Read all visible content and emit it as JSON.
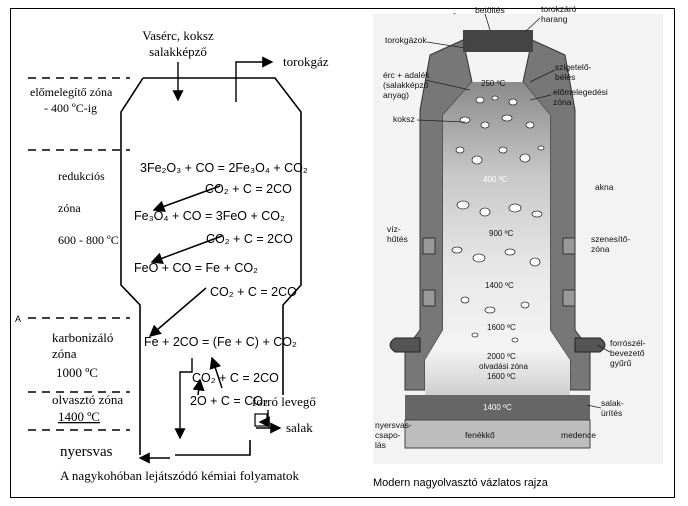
{
  "left": {
    "input_label": "Vasérc, koksz",
    "input_label2": "salakképző",
    "gas_label": "torokgáz",
    "zone_preheat": "előmelegítő zóna",
    "zone_preheat_temp": "- 400 ºC-ig",
    "zone_reduction": "redukciós",
    "zone_reduction2": "zóna",
    "zone_reduction_temp": "600 - 800 ºC",
    "zone_carbon": "karbonizáló",
    "zone_carbon2": "zóna",
    "zone_carbon_temp": "1000 ºC",
    "zone_melt": "olvasztó zóna",
    "zone_melt_temp": "1400 ºC",
    "eq1": "3Fe₂O₃ + CO = 2Fe₃O₄ + CO₂",
    "eq1b": "CO₂ + C = 2CO",
    "eq2": "Fe₃O₄ + CO = 3FeO + CO₂",
    "eq2b": "CO₂ + C = 2CO",
    "eq3": "FeO + CO = Fe + CO₂",
    "eq3b": "CO₂ + C = 2CO",
    "eq4": "Fe + 2CO = (Fe + C) + CO₂",
    "eq4b": "CO₂ + C = 2CO",
    "eq5": "2O + C = CO₂",
    "hot_air": "forró levegő",
    "slag": "salak",
    "pig_iron": "nyersvas",
    "caption": "A nagykohóban lejátszódó kémiai folyamatok",
    "marker": "A"
  },
  "right": {
    "top_mark": "-",
    "charging": "betöltés",
    "throat_bell": "torokzáró",
    "throat_bell2": "harang",
    "throat_gas": "torokgázok",
    "ore_label": "érc + adalék",
    "ore_label2": "(salakképző",
    "ore_label3": "anyag)",
    "insulation": "szigetelő-",
    "insulation2": "bélés",
    "preheat_zone": "előmelegedési",
    "preheat_zone2": "zóna",
    "coke": "koksz",
    "shaft": "akna",
    "water_cooling": "víz-",
    "water_cooling2": "hűtés",
    "carburizing": "szenesítő-",
    "carburizing2": "zóna",
    "hot_air_ring": "forrószél-",
    "hot_air_ring2": "bevezető",
    "hot_air_ring3": "gyűrű",
    "slag_tap": "salak-",
    "slag_tap2": "ürítés",
    "iron_tap": "nyersvas-",
    "iron_tap2": "csapo-",
    "iron_tap3": "lás",
    "hearth_bottom": "fenékkő",
    "hearth": "medence",
    "melt_zone": "olvadási zóna",
    "t250": "250 ºC",
    "t400": "400 ºC",
    "t900": "900 ºC",
    "t1400a": "1400 ºC",
    "t1600a": "1600 ºC",
    "t2000": "2000 ºC",
    "t1600b": "1600 ºC",
    "t1400b": "1400 ºC",
    "caption": "Modern nagyolvasztó vázlatos rajza"
  }
}
